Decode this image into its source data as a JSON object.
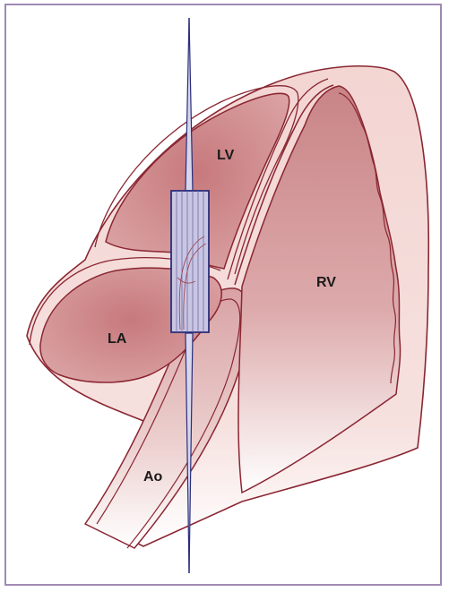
{
  "labels": {
    "lv": "LV",
    "rv": "RV",
    "la": "LA",
    "ao": "Ao"
  },
  "colors": {
    "frame": "#a08ab4",
    "wall": "#f3d5d2",
    "chamber": "#d49a9c",
    "outline": "#8a2632",
    "device": "#2a2e7a",
    "device_fill": "#c8c6e2"
  }
}
